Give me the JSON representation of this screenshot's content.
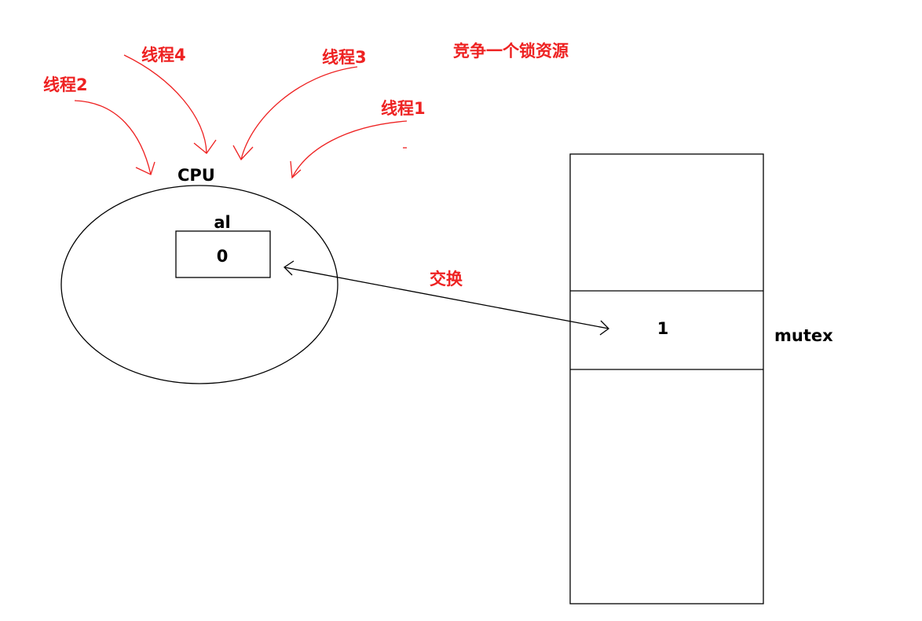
{
  "title": "竞争一个锁资源",
  "threads": [
    "线程1",
    "线程2",
    "线程3",
    "线程4"
  ],
  "cpu_label": "CPU",
  "register": {
    "name": "al",
    "value": "0"
  },
  "exchange_label": "交换",
  "mutex": {
    "name": "mutex",
    "value": "1"
  },
  "colors": {
    "annotation": "#ee2222",
    "ink": "#000000"
  }
}
